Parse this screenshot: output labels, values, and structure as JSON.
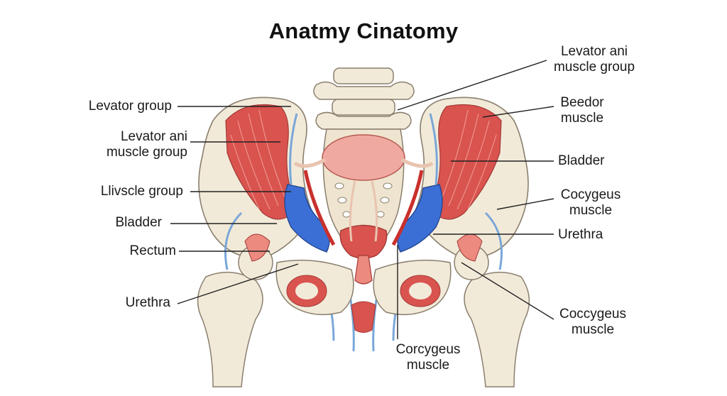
{
  "title": "Anatmy Cinatomy",
  "labels": {
    "left": [
      {
        "lines": [
          "Levator group"
        ]
      },
      {
        "lines": [
          "Levator ani",
          "muscle group"
        ]
      },
      {
        "lines": [
          "Llivscle group"
        ]
      },
      {
        "lines": [
          "Bladder"
        ]
      },
      {
        "lines": [
          "Rectum"
        ]
      },
      {
        "lines": [
          "Urethra"
        ]
      }
    ],
    "right": [
      {
        "lines": [
          "Levator ani",
          "muscle group"
        ]
      },
      {
        "lines": [
          "Beedor",
          "muscle"
        ]
      },
      {
        "lines": [
          "Bladder"
        ]
      },
      {
        "lines": [
          "Cocygeus",
          "muscle"
        ]
      },
      {
        "lines": [
          "Urethra"
        ]
      },
      {
        "lines": [
          "Coccygeus",
          "muscle"
        ]
      }
    ],
    "bottom": [
      {
        "lines": [
          "Corcygeus",
          "muscle"
        ]
      }
    ]
  },
  "colors": {
    "bone": "#f2ead9",
    "bone_outline": "#8a7f6e",
    "muscle": "#d9534f",
    "muscle_light": "#ec8a80",
    "vein": "#3b6fd6",
    "nerve_blue": "#7aa7d8",
    "bladder": "#f0a9a0",
    "leader_line": "#222222"
  }
}
